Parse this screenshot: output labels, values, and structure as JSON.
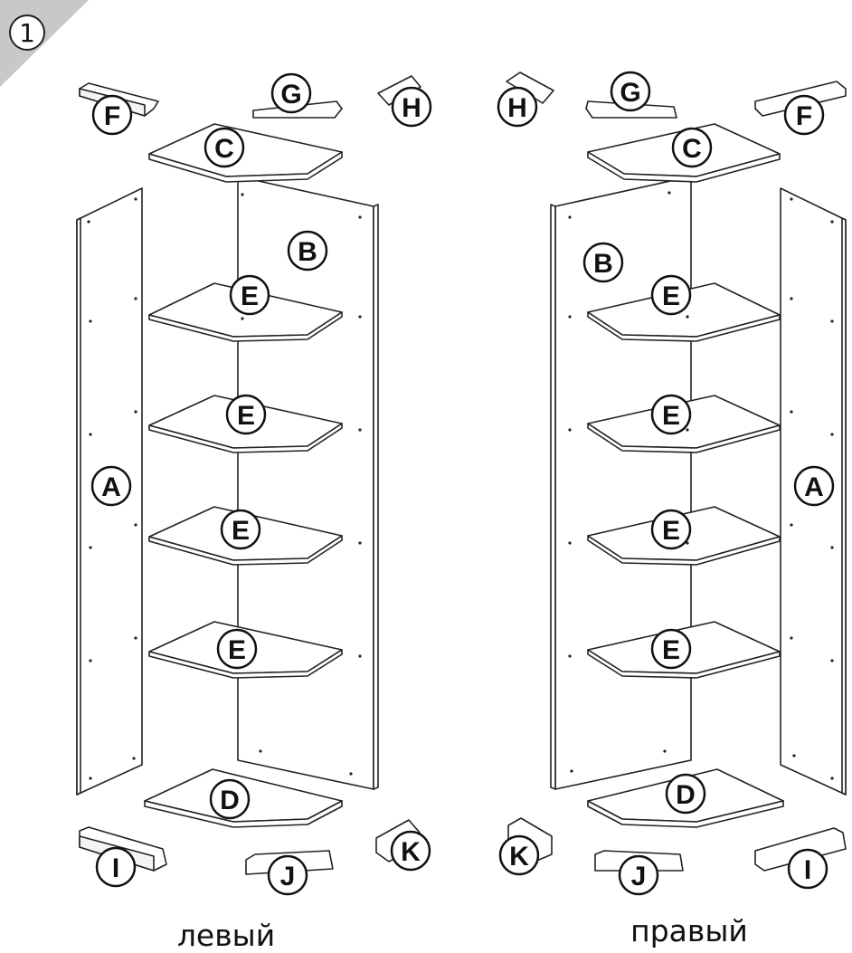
{
  "step": {
    "number": "1"
  },
  "variants": [
    {
      "id": "left",
      "caption": "левый"
    },
    {
      "id": "right",
      "caption": "правый"
    }
  ],
  "part_labels": {
    "A": "A",
    "B": "B",
    "C": "C",
    "D": "D",
    "E": "E",
    "F": "F",
    "G": "G",
    "H": "H",
    "I": "I",
    "J": "J",
    "K": "K"
  },
  "colors": {
    "line": "#222222",
    "panel": "#ffffff",
    "badge": "#c8c8c8"
  }
}
